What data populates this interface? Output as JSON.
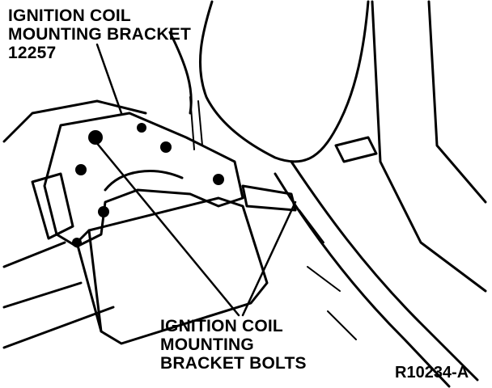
{
  "labels": {
    "coil_bracket": "IGNITION COIL\nMOUNTING BRACKET\n12257",
    "bracket_bolts": "IGNITION COIL\nMOUNTING\nBRACKET BOLTS",
    "figure_id": "R10234-A"
  },
  "colors": {
    "ink": "#000000",
    "paper": "#ffffff"
  }
}
